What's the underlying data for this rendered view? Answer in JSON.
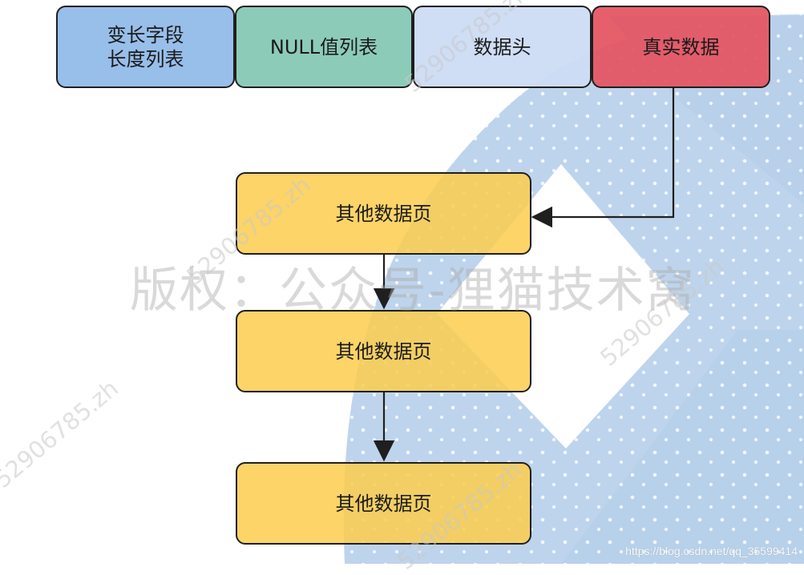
{
  "diagram": {
    "top_row": [
      "变长字段\n长度列表",
      "NULL值列表",
      "数据头",
      "真实数据"
    ],
    "pages": [
      "其他数据页",
      "其他数据页",
      "其他数据页"
    ]
  },
  "watermark": {
    "main_text": "版权：公众号-狸猫技术窝",
    "small_text": "52906785.zh",
    "source_url": "https://blog.csdn.net/qq_35599414"
  },
  "colors": {
    "variable_length_field": "#92BBE9",
    "null_value_list": "#87C8B5",
    "data_header": "#CDDCF5",
    "real_data": "#E45260",
    "data_page": "#FBCD4C",
    "watermark_blue": "#B8D0EA",
    "stroke": "#1F1F1F"
  }
}
